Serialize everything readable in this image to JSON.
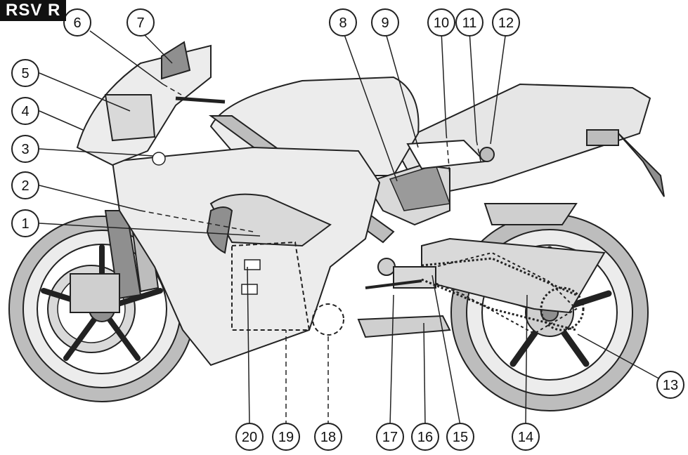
{
  "header": {
    "model_badge": "RSV R"
  },
  "callouts": [
    {
      "label": "1"
    },
    {
      "label": "2"
    },
    {
      "label": "3"
    },
    {
      "label": "4"
    },
    {
      "label": "5"
    },
    {
      "label": "6"
    },
    {
      "label": "7"
    },
    {
      "label": "8"
    },
    {
      "label": "9"
    },
    {
      "label": "10"
    },
    {
      "label": "11"
    },
    {
      "label": "12"
    },
    {
      "label": "13"
    },
    {
      "label": "14"
    },
    {
      "label": "15"
    },
    {
      "label": "16"
    },
    {
      "label": "17"
    },
    {
      "label": "18"
    },
    {
      "label": "19"
    },
    {
      "label": "20"
    }
  ],
  "colors": {
    "line": "#222222",
    "fill_light": "#ececec",
    "fill_mid": "#cfcfcf",
    "fill_dark": "#8f8f8f",
    "badge_bg": "#111111"
  }
}
